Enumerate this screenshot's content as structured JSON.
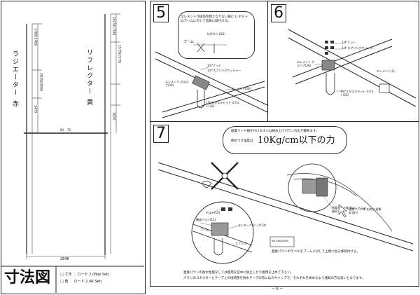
{
  "dimension_panel": {
    "title": "寸法図",
    "legend_lines": [
      "□ 寸法 ︰ ロード 2 (Pipe Set)",
      "□ 角 ︰ ロード 2 (W Set)"
    ],
    "left_label": "ラジエーター 赤",
    "right_label": "リフレクター 黄",
    "left_dims": [
      "1785(1785)",
      "2835(2850)",
      "1475"
    ],
    "right_dims": [
      "1625(1700)",
      "1575(1575)",
      "1620"
    ],
    "bottom_dim": "2846",
    "top_dims": [
      "80",
      "75"
    ]
  },
  "step5": {
    "number": "5",
    "note": "エレメントが操作空間となりない様に U ボルトはブームに対して直角に取付ける。",
    "boom_label": "ブーム",
    "ubolt_label": "Uボルト(26)",
    "labels": [
      "1/4\"ナット",
      "1/4\"スプリングワッシャー",
      "エレメント クランプ(28)",
      "エレメント(28)",
      "1/4\"スタスキセット Uボルト(26)"
    ]
  },
  "step6": {
    "number": "6",
    "labels": [
      "1/4\"ナット",
      "1/4\"スプリングワッシャー",
      "エレメント クランプ(28)",
      "エレメント(2)",
      "1/4\"スタスキセット Uボルト(26)"
    ]
  },
  "step7": {
    "number": "7",
    "note_line1": "給電リード線を付けるネジは締め上げパランの出が最終ます。",
    "note_line2_prefix": "締めつけ強度は",
    "note_force": "10Kg/cm以下の力",
    "labels": [
      "ボルト(10)",
      "構成パラン(15)",
      "ブーム",
      "センタークランプ(14)",
      "スナップ",
      "給電リード線 各エレメント 接続",
      "給電リード線 を取付 給電部 取付",
      "M4-SWASHER"
    ],
    "bottom_note": "直接パランのラベルをブームに対して上側に出る様取付ける。",
    "footer_line1": "直接パランの防水性能をしては使用を空中に防止したり着用を止めて下さい。",
    "footer_line2": "パランのコネクターとテープとの接続部を防水テープの為にはスキャップで、それぞれを締めるよう通知の方は良いとなります。",
    "page_number": "ー 6 ー"
  }
}
